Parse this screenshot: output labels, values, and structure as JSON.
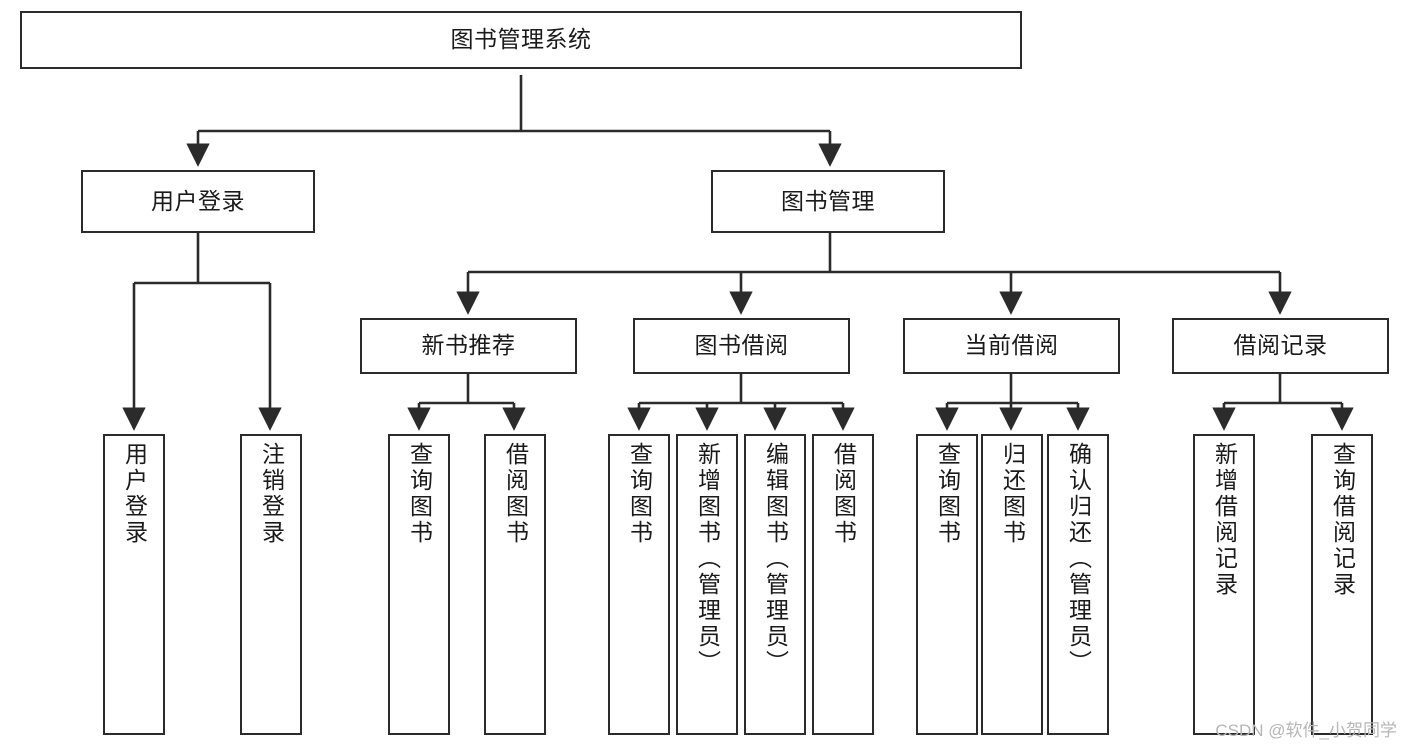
{
  "diagram": {
    "title": "图书管理系统",
    "type": "tree-hierarchy-chart",
    "orientation": "top-down",
    "colors": {
      "box_border": "#2b2b2b",
      "box_fill": "#ffffff",
      "edge": "#2b2b2b",
      "text": "#1a1a1a",
      "watermark": "#b6b6b6",
      "background": "#ffffff"
    },
    "watermark": "CSDN @软件_小贺同学",
    "nodes": {
      "root": {
        "label": "图书管理系统",
        "level": 1
      },
      "l2": [
        {
          "id": "user-login",
          "label": "用户登录",
          "level": 2
        },
        {
          "id": "book-manage",
          "label": "图书管理",
          "level": 2
        }
      ],
      "l3": [
        {
          "id": "new-book-recommend",
          "label": "新书推荐",
          "level": 3,
          "parent": "book-manage"
        },
        {
          "id": "book-borrow",
          "label": "图书借阅",
          "level": 3,
          "parent": "book-manage"
        },
        {
          "id": "current-borrow",
          "label": "当前借阅",
          "level": 3,
          "parent": "book-manage"
        },
        {
          "id": "borrow-record",
          "label": "借阅记录",
          "level": 3,
          "parent": "book-manage"
        }
      ],
      "leaves": [
        {
          "id": "leaf-user-login",
          "label": "用户登录",
          "parent": "user-login"
        },
        {
          "id": "leaf-logout-login",
          "label": "注销登录",
          "parent": "user-login"
        },
        {
          "id": "leaf-query-book-1",
          "label": "查询图书",
          "parent": "new-book-recommend"
        },
        {
          "id": "leaf-borrow-book-1",
          "label": "借阅图书",
          "parent": "new-book-recommend"
        },
        {
          "id": "leaf-query-book-2",
          "label": "查询图书",
          "parent": "book-borrow"
        },
        {
          "id": "leaf-add-book",
          "label": "新增图书（管理员）",
          "parent": "book-borrow"
        },
        {
          "id": "leaf-edit-book",
          "label": "编辑图书（管理员）",
          "parent": "book-borrow"
        },
        {
          "id": "leaf-borrow-book-2",
          "label": "借阅图书",
          "parent": "book-borrow"
        },
        {
          "id": "leaf-query-book-3",
          "label": "查询图书",
          "parent": "current-borrow"
        },
        {
          "id": "leaf-return-book",
          "label": "归还图书",
          "parent": "current-borrow"
        },
        {
          "id": "leaf-confirm-return",
          "label": "确认归还（管理员）",
          "parent": "current-borrow"
        },
        {
          "id": "leaf-add-record",
          "label": "新增借阅记录",
          "parent": "borrow-record"
        },
        {
          "id": "leaf-query-record",
          "label": "查询借阅记录",
          "parent": "borrow-record"
        }
      ]
    }
  }
}
